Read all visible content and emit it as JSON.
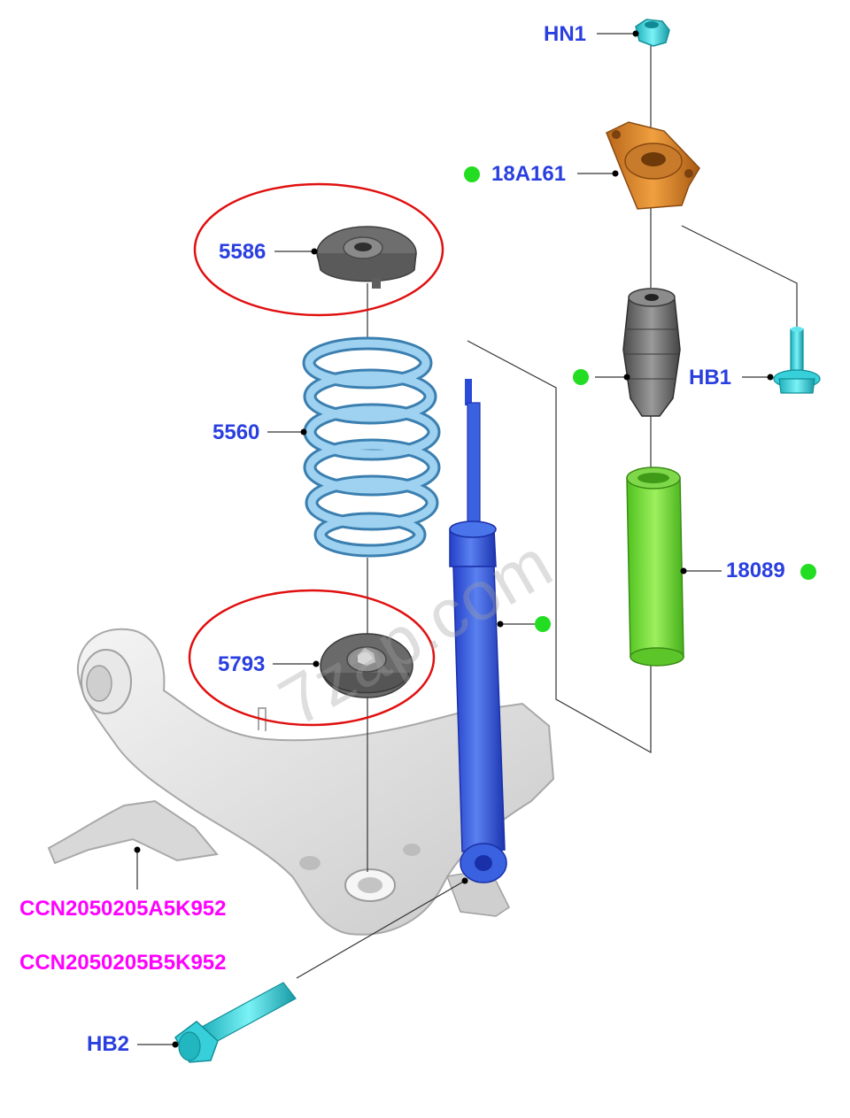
{
  "labels": {
    "hn1": "HN1",
    "p18a161": "18A161",
    "p5586": "5586",
    "hb1": "HB1",
    "p5560": "5560",
    "p18089": "18089",
    "p5793": "5793",
    "ccn_a": "CCN2050205A5K952",
    "ccn_b": "CCN2050205B5K952",
    "hb2": "HB2"
  },
  "watermark": "7zap.com",
  "colors": {
    "label_blue": "#2a3fe0",
    "label_magenta": "#ff00ff",
    "availability_dot": "#22dd22",
    "highlight_ellipse": "#e01010",
    "spring": "#8ec4e6",
    "shock_absorber": "#3a62e0",
    "top_mount": "#d98a2a",
    "dust_boot": "#7ce03a",
    "bump_stop": "#6a6a6a",
    "fasteners": "#38d8e0",
    "spring_seats": "#6e6e6e",
    "suspension_arm": "#e2e2e2"
  }
}
